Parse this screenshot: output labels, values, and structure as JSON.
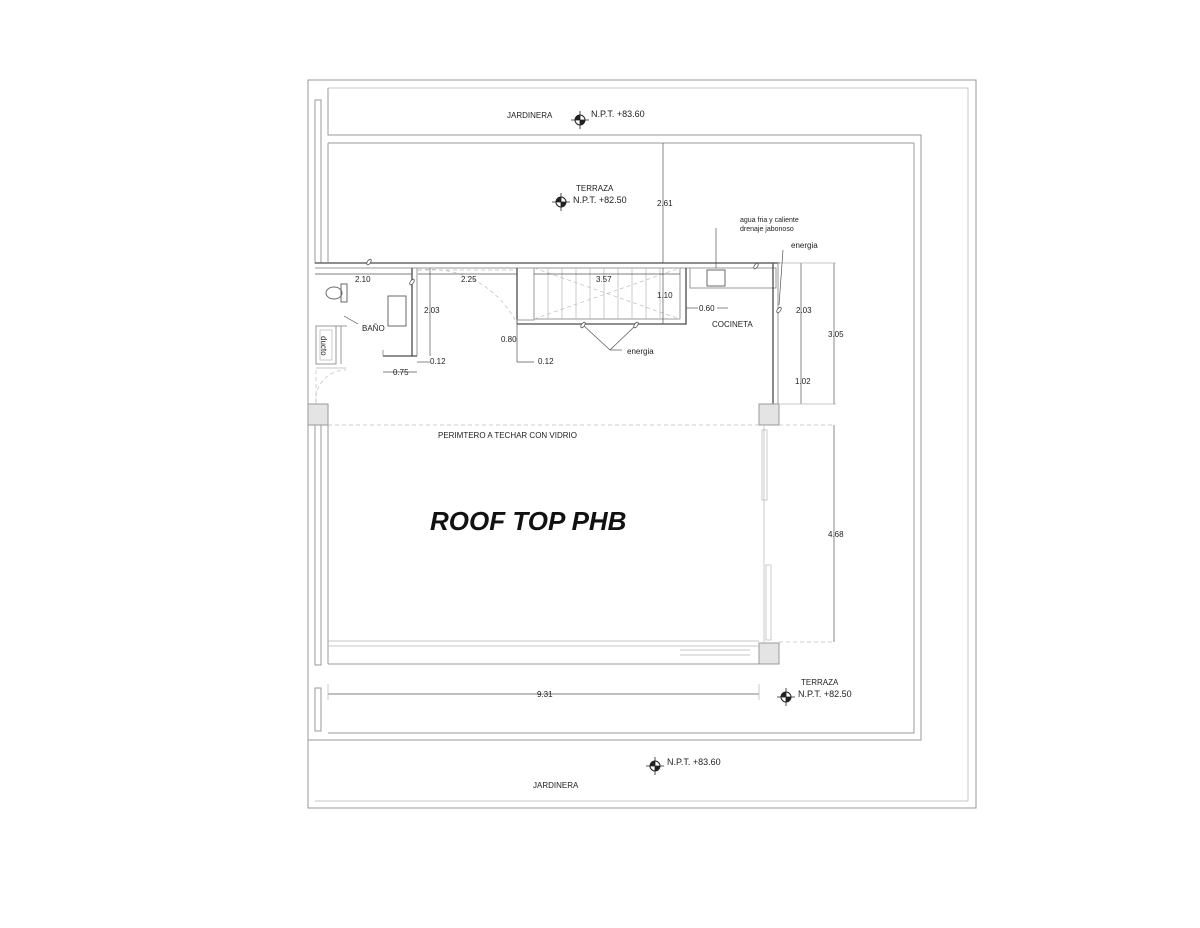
{
  "title": "ROOF TOP PHB",
  "rooms": {
    "jardinera_top": "JARDINERA",
    "jardinera_bottom": "JARDINERA",
    "terraza_top": "TERRAZA",
    "terraza_bottom": "TERRAZA",
    "bano": "BAÑO",
    "ducto": "ducto",
    "cocineta": "COCINETA"
  },
  "levels": {
    "npt_top": "N.P.T. +83.60",
    "npt_terraza_top": "N.P.T. +82.50",
    "npt_terraza_bottom": "N.P.T. +82.50",
    "npt_bottom": "N.P.T. +83.60"
  },
  "notes": {
    "perimeter": "PERIMTERO A TECHAR CON VIDRIO",
    "water_line1": "agua fria y caliente",
    "water_line2": "drenaje jabonoso",
    "energia_right": "energia",
    "energia_stairs": "energia"
  },
  "dimensions": {
    "d_261": "2.61",
    "d_210": "2.10",
    "d_225": "2.25",
    "d_357": "3.57",
    "d_110": "1.10",
    "d_060": "0.60",
    "d_203_left": "2.03",
    "d_203_right": "2.03",
    "d_305": "3.05",
    "d_102": "1.02",
    "d_080": "0.80",
    "d_012_left": "0.12",
    "d_012_mid": "0.12",
    "d_075": "0.75",
    "d_468": "4.68",
    "d_931": "9.31"
  }
}
